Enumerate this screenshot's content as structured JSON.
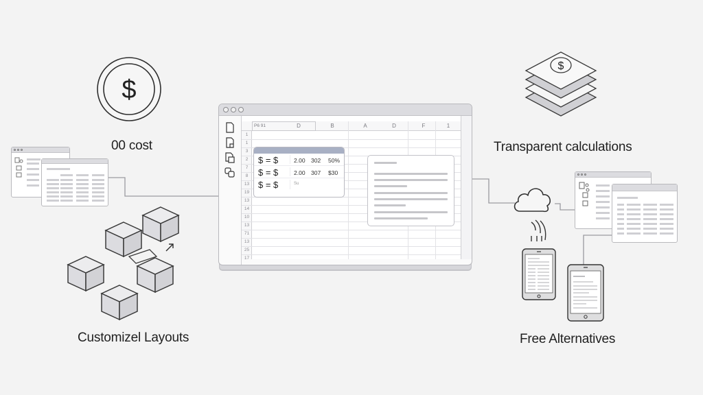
{
  "features": {
    "cost": {
      "label": "00 cost",
      "icon": "dollar-coin-icon"
    },
    "transparent": {
      "label": "Transparent calculations",
      "icon": "stacked-layers-dollar-icon"
    },
    "layouts": {
      "label": "Customizel Layouts",
      "icon": "cubes-icon"
    },
    "alternatives": {
      "label": "Free Alternatives",
      "icon": "tablet-devices-icon"
    }
  },
  "spreadsheet": {
    "column_headers": [
      "P6 91",
      "D",
      "B",
      "A",
      "D",
      "F",
      "1"
    ],
    "row_numbers": [
      "1",
      "1",
      "3",
      "2",
      "7",
      "8",
      "13",
      "19",
      "13",
      "14",
      "10",
      "13",
      "71",
      "13",
      "25",
      "17"
    ],
    "formula_card": {
      "rows": [
        {
          "symbol": "$ = $",
          "c1": "2.00",
          "c2": "302",
          "c3": "50%"
        },
        {
          "symbol": "$ = $",
          "c1": "2.00",
          "c2": "307",
          "c3": "$30"
        },
        {
          "symbol": "$ = $",
          "c1": "Su",
          "c2": "",
          "c3": ""
        }
      ]
    },
    "sidebar_tools": [
      "file-icon",
      "file-chart-icon",
      "copy-icon",
      "shapes-icon"
    ]
  },
  "colors": {
    "background": "#f3f3f3",
    "stroke": "#3a3a3a",
    "accent_bar": "#a8b0c4",
    "window_chrome": "#dcdce0"
  }
}
